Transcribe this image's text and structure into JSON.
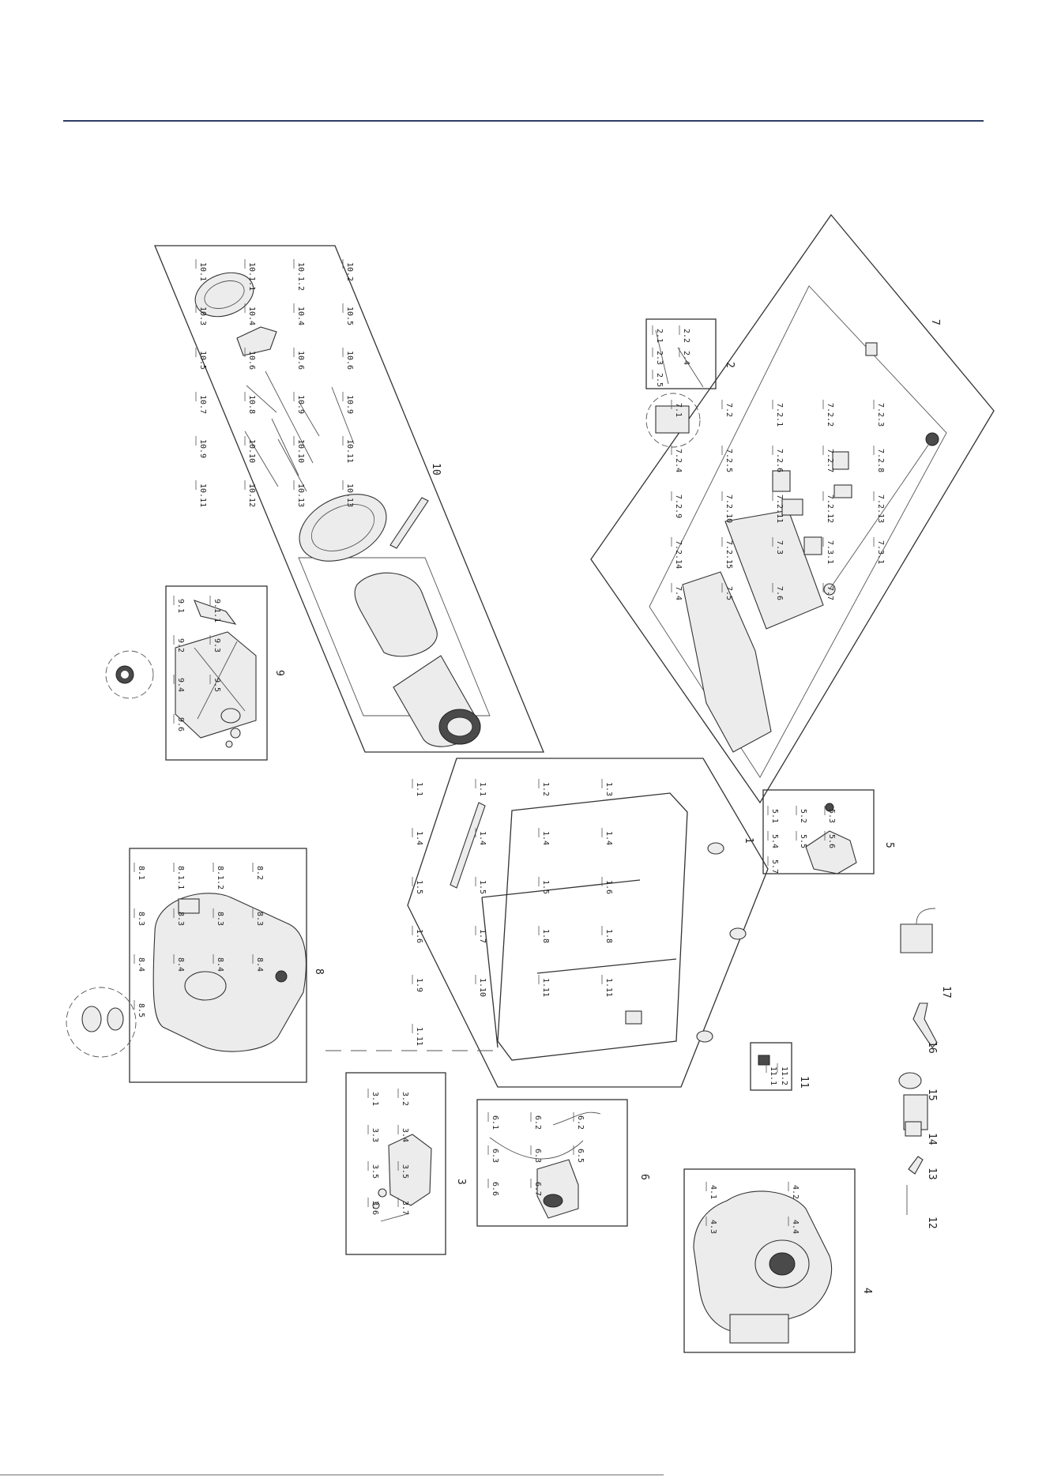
{
  "colors": {
    "header_rule": "#2e3d66",
    "line": "#333333",
    "page": "#ffffff"
  },
  "groups": [
    {
      "id": "g1",
      "label": "1",
      "parts": [
        "1.1",
        "1.1",
        "1.2",
        "1.3",
        "1.4",
        "1.4",
        "1.4",
        "1.4",
        "1.5",
        "1.5",
        "1.5",
        "1.6",
        "1.6",
        "1.7",
        "1.8",
        "1.8",
        "1.9",
        "1.10",
        "1.11",
        "1.11",
        "1.11"
      ]
    },
    {
      "id": "g2",
      "label": "2",
      "parts": [
        "2.1",
        "2.2",
        "2.3",
        "2.4",
        "2.5"
      ]
    },
    {
      "id": "g3",
      "label": "3",
      "parts": [
        "3.1",
        "3.2",
        "3.3",
        "3.4",
        "3.5",
        "3.5",
        "3.6",
        "3.7"
      ]
    },
    {
      "id": "g4",
      "label": "4",
      "parts": [
        "4.1",
        "4.2",
        "4.3",
        "4.4"
      ]
    },
    {
      "id": "g5",
      "label": "5",
      "parts": [
        "5.1",
        "5.2",
        "5.3",
        "5.4",
        "5.5",
        "5.6",
        "5.7"
      ]
    },
    {
      "id": "g6",
      "label": "6",
      "parts": [
        "6.1",
        "6.2",
        "6.2",
        "6.3",
        "6.3",
        "6.5",
        "6.6",
        "6.7"
      ]
    },
    {
      "id": "g7",
      "label": "7",
      "parts": [
        "7.1",
        "7.2",
        "7.2.1",
        "7.2.2",
        "7.2.3",
        "7.2.4",
        "7.2.5",
        "7.2.6",
        "7.2.7",
        "7.2.8",
        "7.2.9",
        "7.2.10",
        "7.2.11",
        "7.2.12",
        "7.2.13",
        "7.2.14",
        "7.2.15",
        "7.3",
        "7.3.1",
        "7.3.1",
        "7.4",
        "7.5",
        "7.6",
        "7.7"
      ]
    },
    {
      "id": "g8",
      "label": "8",
      "parts": [
        "8.1",
        "8.1.1",
        "8.1.2",
        "8.2",
        "8.3",
        "8.3",
        "8.3",
        "8.3",
        "8.4",
        "8.4",
        "8.4",
        "8.4",
        "8.5"
      ]
    },
    {
      "id": "g9",
      "label": "9",
      "parts": [
        "9.1",
        "9.1.1",
        "9.2",
        "9.3",
        "9.4",
        "9.5",
        "9.6"
      ]
    },
    {
      "id": "g10",
      "label": "10",
      "parts": [
        "10.1",
        "10.1.1",
        "10.1.2",
        "10.2",
        "10.3",
        "10.4",
        "10.4",
        "10.5",
        "10.5",
        "10.6",
        "10.6",
        "10.6",
        "10.7",
        "10.8",
        "10.9",
        "10.9",
        "10.9",
        "10.10",
        "10.10",
        "10.11",
        "10.11",
        "10.12",
        "10.13",
        "10.13"
      ]
    },
    {
      "id": "g11",
      "label": "11",
      "parts": [
        "11.1",
        "11.2"
      ]
    },
    {
      "id": "g12",
      "label": "12",
      "parts": []
    },
    {
      "id": "g13",
      "label": "13",
      "parts": []
    },
    {
      "id": "g14",
      "label": "14",
      "parts": []
    },
    {
      "id": "g15",
      "label": "15",
      "parts": []
    },
    {
      "id": "g16",
      "label": "16",
      "parts": []
    },
    {
      "id": "g17",
      "label": "17",
      "parts": []
    }
  ]
}
